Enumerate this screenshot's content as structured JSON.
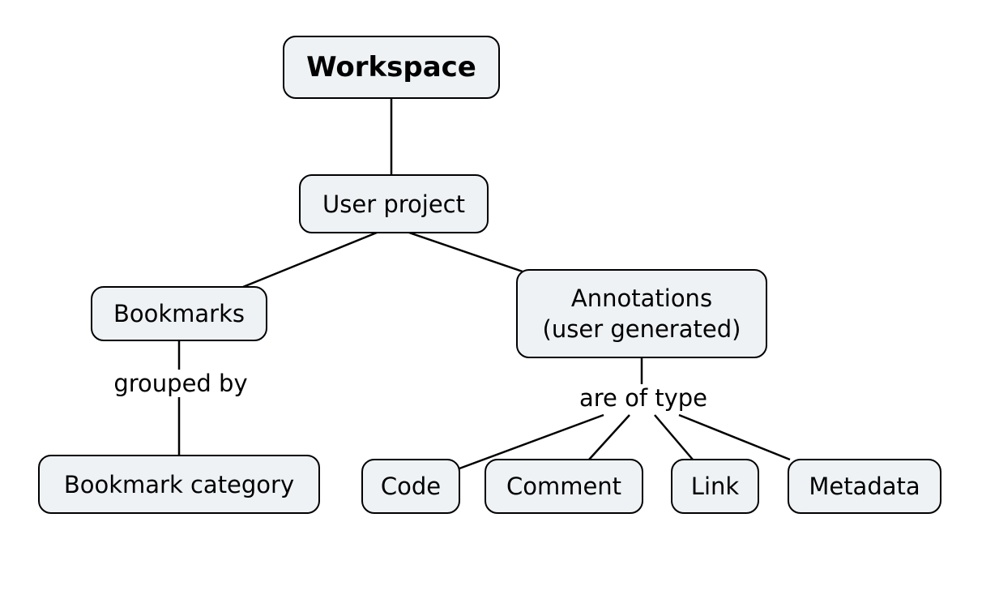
{
  "nodes": {
    "workspace": "Workspace",
    "user_project": "User project",
    "bookmarks": "Bookmarks",
    "annotations": "Annotations\n(user generated)",
    "bookmark_category": "Bookmark category",
    "code": "Code",
    "comment": "Comment",
    "link": "Link",
    "metadata": "Metadata"
  },
  "link_labels": {
    "grouped_by": "grouped by",
    "are_of_type": "are of type"
  }
}
